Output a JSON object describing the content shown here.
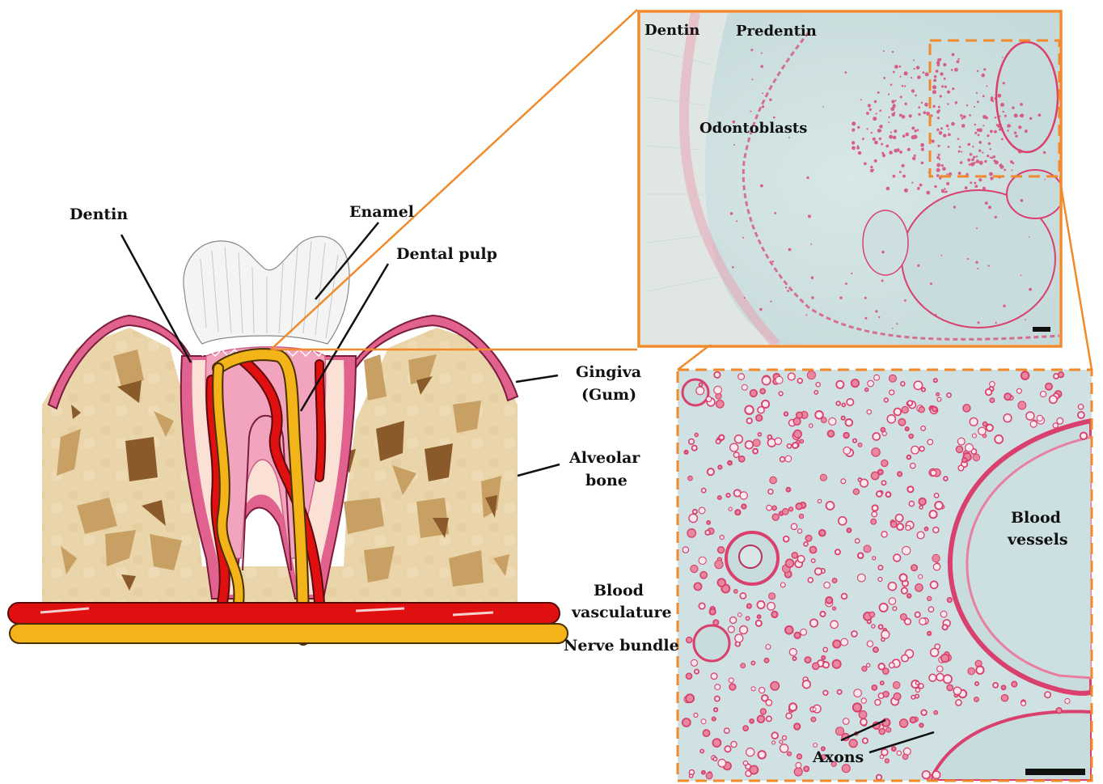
{
  "schematic": {
    "labels": {
      "dentin": "Dentin",
      "enamel": "Enamel",
      "dental_pulp": "Dental pulp",
      "gingiva_line1": "Gingiva",
      "gingiva_line2": "(Gum)",
      "alveolar_line1": "Alveolar",
      "alveolar_line2": "bone",
      "blood_line1": "Blood",
      "blood_line2": "vasculature",
      "nerve_bundle": "Nerve bundle"
    }
  },
  "micrograph_top": {
    "labels": {
      "dentin": "Dentin",
      "predentin": "Predentin",
      "odontoblasts": "Odontoblasts"
    }
  },
  "micrograph_zoom": {
    "labels": {
      "blood_line1": "Blood",
      "blood_line2": "vessels",
      "axons": "Axons"
    }
  },
  "colors": {
    "bone": "#e9d3a8",
    "bone_spot_light": "#c9a063",
    "bone_spot_dark": "#8a5a2a",
    "gingiva": "#e2628f",
    "pulp": "#f2a3bd",
    "blood": "#e01010",
    "nerve": "#f2b418",
    "enamel": "#f4f4f4",
    "frame": "#f08a2c",
    "tissue_bg": "#cfe1e2",
    "stain": "#d9406e"
  }
}
